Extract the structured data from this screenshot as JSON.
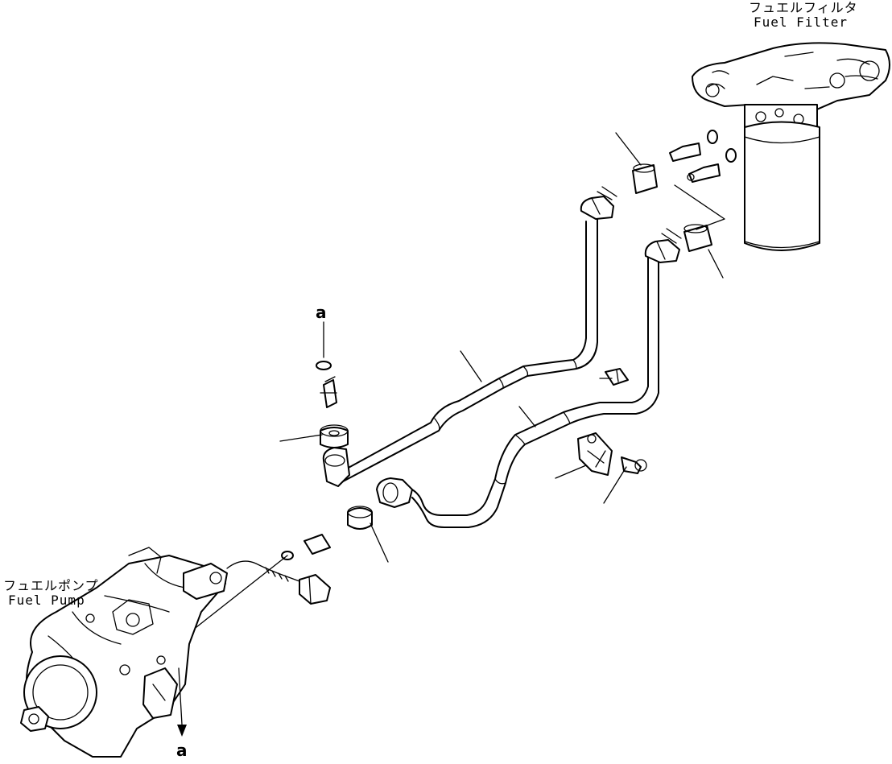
{
  "labels": {
    "fuel_filter_jp": "フュエルフィルタ",
    "fuel_filter_en": "Fuel Filter",
    "fuel_pump_jp": "フュエルポンプ",
    "fuel_pump_en": "Fuel Pump"
  },
  "references": {
    "top_marker": "a",
    "bottom_marker": "a"
  }
}
